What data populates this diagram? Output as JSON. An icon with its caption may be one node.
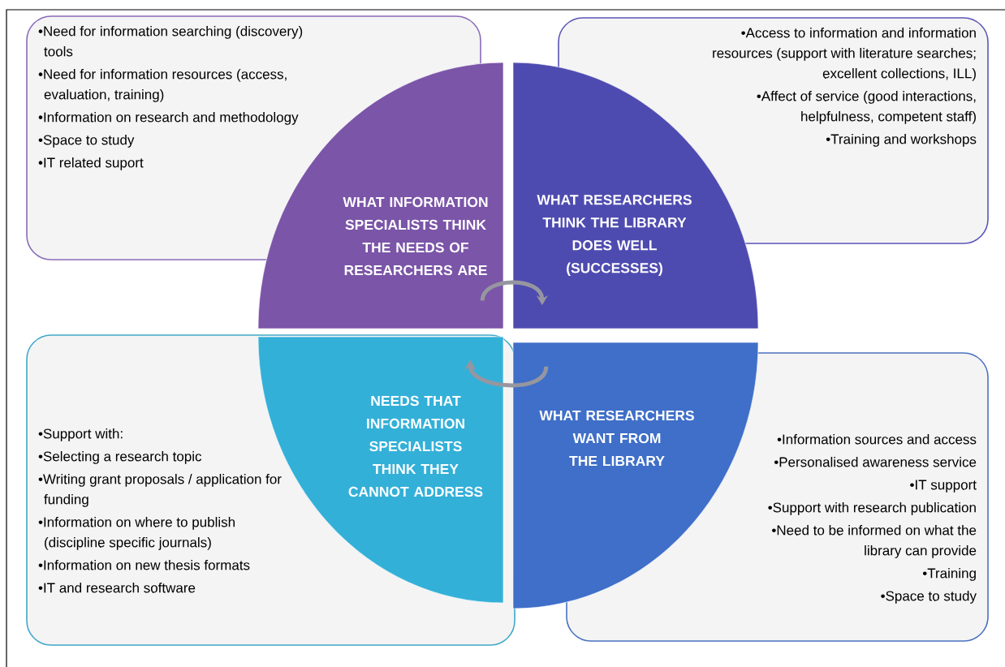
{
  "diagram": {
    "nodes": [
      {
        "text": [
          "•Need for information searching (discovery) tools",
          "•Need for information resources (access, evaluation, training)",
          "•Information on research and methodology",
          "•Space to study",
          "•IT related suport"
        ]
      },
      {
        "text": [
          "•Access to information and information resources (support with literature searches; excellent collections, ILL)",
          "•Affect of service (good interactions, helpfulness, competent staff)",
          "•Training and workshops"
        ]
      },
      {
        "text": [
          "•Support with:",
          "•Selecting a research topic",
          "•Writing grant proposals / application  for funding",
          "•Information on where to publish (discipline specific journals)",
          "•Information on new thesis formats",
          "•IT and research software"
        ]
      },
      {
        "text": [
          "•Information sources and access",
          "•Personalised awareness service",
          "•IT support",
          "•Support with research publication",
          "•Need to be informed on what the library can provide",
          "•Training",
          "•Space to study"
        ]
      },
      {
        "text": [
          "WHAT INFORMATION SPECIALISTS THINK THE NEEDS OF RESEARCHERS ARE"
        ]
      },
      {
        "text": [
          "WHAT RESEARCHERS THINK THE LIBRARY DOES WELL (SUCCESSES)"
        ]
      },
      {
        "text": [
          "NEEDS THAT INFORMATION SPECIALISTS THINK THEY CANNOT ADDRESS"
        ],
        "in": 2
      },
      {
        "text": [
          "WHAT RESEARCHERS WANT FROM THE LIBRARY"
        ]
      }
    ],
    "edges": [
      {
        "from": 4,
        "to": 5,
        "arrow": "to"
      },
      {
        "from": 7,
        "to": 6,
        "arrow": "to"
      }
    ]
  }
}
